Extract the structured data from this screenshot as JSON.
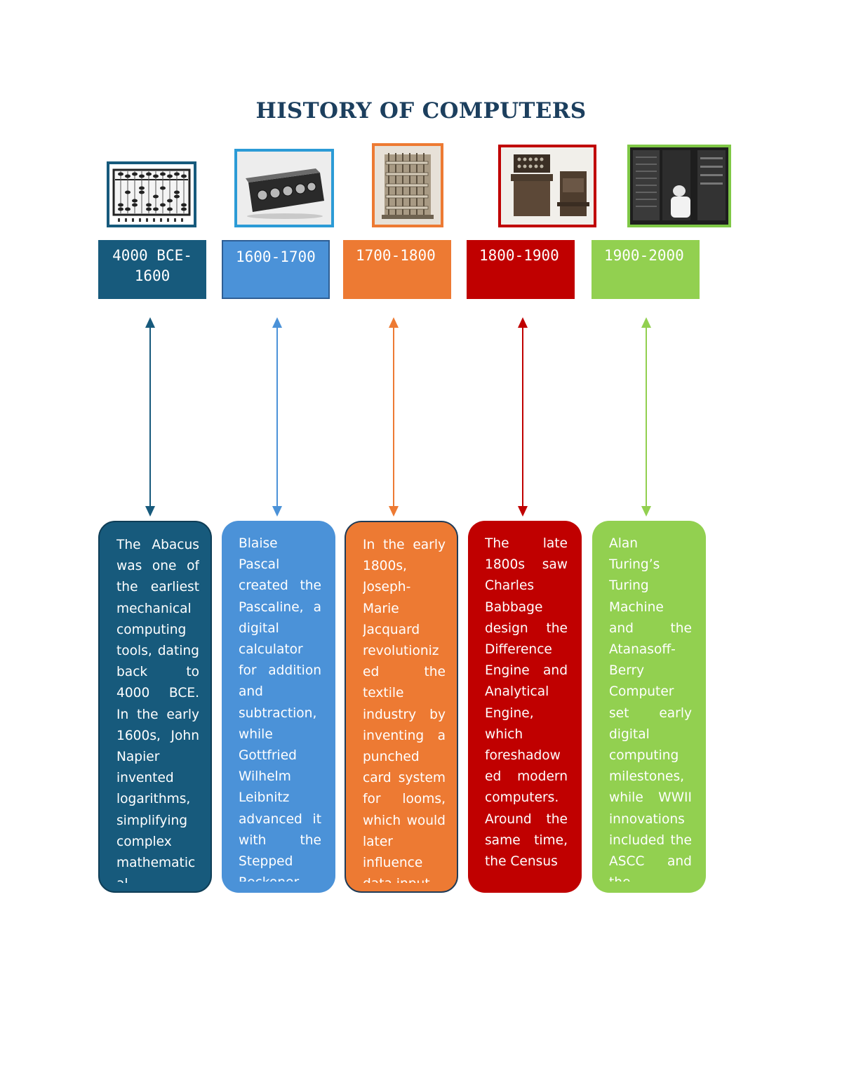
{
  "title": "HISTORY OF COMPUTERS",
  "colors": {
    "navy": "#175a7c",
    "blue": "#4b92d8",
    "orange": "#ed7a33",
    "red": "#c00000",
    "green": "#92d050",
    "title": "#1c3f5e"
  },
  "eras": [
    {
      "period": "4000 BCE-1600",
      "image_icon": "abacus-photo",
      "description": "The Abacus was one of the earliest mechanical computing tools, dating back to 4000 BCE. In the early 1600s, John Napier invented logarithms, simplifying complex mathematical calculations."
    },
    {
      "period": "1600-1700",
      "image_icon": "pascaline-photo",
      "description": "Blaise Pascal created the Pascaline, a digital calculator for addition and subtraction, while Gottfried Wilhelm Leibnitz advanced it with the Stepped Reckoner."
    },
    {
      "period": "1700-1800",
      "image_icon": "difference-engine-photo",
      "description": "In the early 1800s, Joseph-Marie Jacquard revolutionized the textile industry by inventing a punched card system for looms, which would later influence data input."
    },
    {
      "period": "1800-1900",
      "image_icon": "tabulating-machine-photo",
      "description": "The late 1800s saw Charles Babbage design the Difference Engine and Analytical Engine, which foreshadowed modern computers. Around the same time, the Census"
    },
    {
      "period": "1900-2000",
      "image_icon": "early-computer-photo",
      "description": "Alan Turing’s Turing Machine and the Atanasoff-Berry Computer set early digital computing milestones, while WWII innovations included the ASCC and the"
    }
  ]
}
